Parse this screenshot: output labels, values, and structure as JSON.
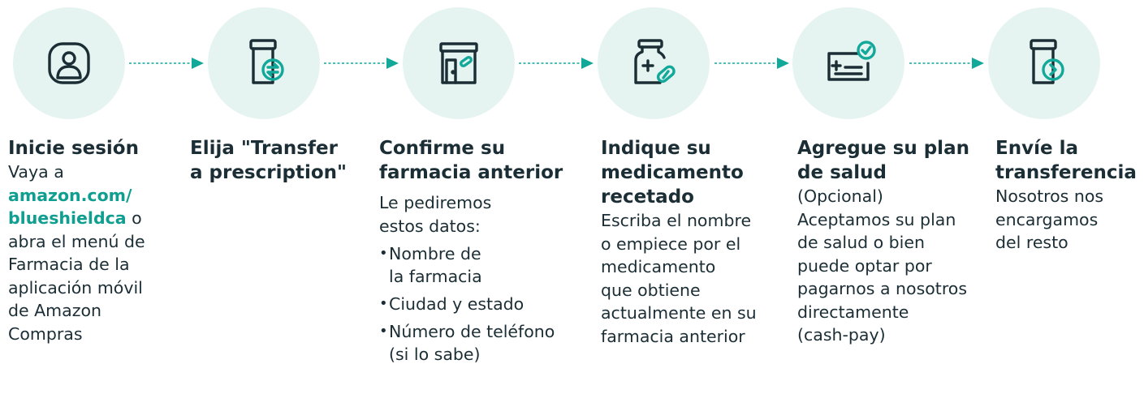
{
  "colors": {
    "accent": "#12a89a",
    "circle_bg": "#e6f4f1",
    "text": "#1b2e35"
  },
  "steps": [
    {
      "icon": "user-profile-icon",
      "title": [
        "Inicie sesión"
      ],
      "body": [
        "Vaya a"
      ],
      "link": [
        "amazon.com/",
        "blueshieldca"
      ],
      "link_suffix": " o",
      "body_after": [
        "abra el menú de",
        "Farmacia de la",
        "aplicación móvil",
        "de Amazon",
        "Compras"
      ]
    },
    {
      "icon": "prescription-bottle-transfer-icon",
      "title": [
        "Elija \"Transfer",
        "a prescription\""
      ]
    },
    {
      "icon": "pharmacy-store-icon",
      "title": [
        "Confirme su",
        "farmacia anterior"
      ],
      "body": [
        "Le pediremos",
        "estos datos:"
      ],
      "bullets": [
        [
          "Nombre de",
          "la farmacia"
        ],
        [
          "Ciudad y estado"
        ],
        [
          "Número de teléfono",
          "(si lo sabe)"
        ]
      ]
    },
    {
      "icon": "medication-bottle-pill-icon",
      "title": [
        "Indique su",
        "medicamento",
        "recetado"
      ],
      "body": [
        "Escriba el nombre",
        "o empiece por el",
        "medicamento",
        "que obtiene",
        "actualmente en su",
        "farmacia anterior"
      ]
    },
    {
      "icon": "health-plan-card-check-icon",
      "title": [
        "Agregue su plan",
        "de salud"
      ],
      "body": [
        "(Opcional)",
        "Aceptamos su plan",
        "de salud o bien",
        "puede optar por",
        "pagarnos a nosotros",
        "directamente",
        "(cash-pay)"
      ]
    },
    {
      "icon": "prescription-bottle-send-icon",
      "title": [
        "Envíe la",
        "transferencia"
      ],
      "body": [
        "Nosotros nos",
        "encargamos",
        "del resto"
      ]
    }
  ]
}
